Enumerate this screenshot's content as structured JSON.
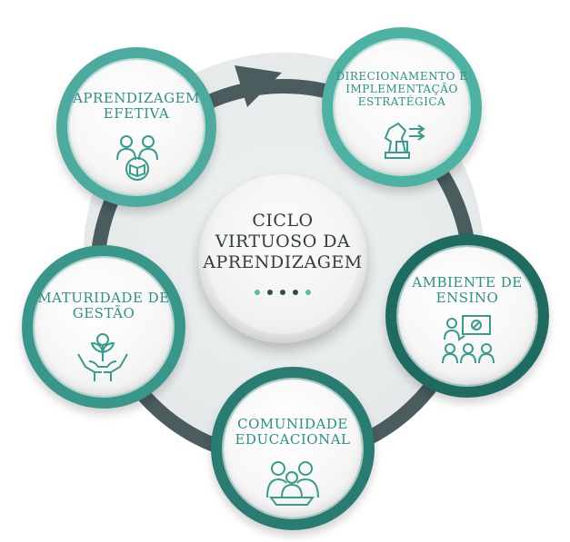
{
  "center": {
    "lines": [
      "CICLO",
      "VIRTUOSO DA",
      "APRENDIZAGEM"
    ],
    "dot_colors": [
      "#5fb8ae",
      "#2f4b4f",
      "#2f4b4f",
      "#2f4b4f",
      "#5fb8ae"
    ]
  },
  "nodes": [
    {
      "lines": [
        "APRENDIZAGEM",
        "EFETIVA"
      ],
      "icon": "students-book-icon",
      "ring_color": "#4ea99e"
    },
    {
      "lines": [
        "DIRECIONAMENTO E",
        "IMPLEMENTAÇÃO",
        "ESTRATÉGICA"
      ],
      "icon": "chess-knight-strategy-icon",
      "ring_color": "#4fb0a4"
    },
    {
      "lines": [
        "AMBIENTE DE",
        "ENSINO"
      ],
      "icon": "classroom-teacher-icon",
      "ring_color": "#1f6b62"
    },
    {
      "lines": [
        "COMUNIDADE",
        "EDUCACIONAL"
      ],
      "icon": "family-community-icon",
      "ring_color": "#2a7b72"
    },
    {
      "lines": [
        "MATURIDADE DE",
        "GESTÃO"
      ],
      "icon": "hands-plant-growth-icon",
      "ring_color": "#3a958a"
    }
  ],
  "colors": {
    "text_teal": "#2f8f83",
    "arrow": "#4a5c5e",
    "icon": "#3a9a8e"
  }
}
